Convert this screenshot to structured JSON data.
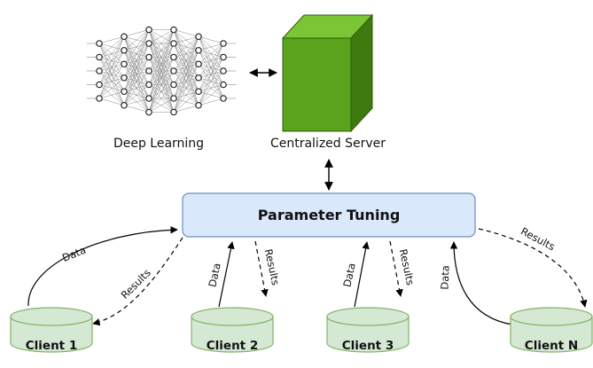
{
  "nodes": {
    "deep_learning": {
      "label": "Deep Learning"
    },
    "server": {
      "label": "Centralized Server"
    },
    "tuning": {
      "label": "Parameter Tuning"
    },
    "clients": [
      {
        "label": "Client 1"
      },
      {
        "label": "Client 2"
      },
      {
        "label": "Client 3"
      },
      {
        "label": "Client N"
      }
    ]
  },
  "edges": {
    "data_label": "Data",
    "results_label": "Results"
  },
  "colors": {
    "server_front": "#5aa31d",
    "server_top": "#7cc534",
    "server_side": "#3f7a10",
    "tuning_fill": "#dae8fc",
    "tuning_stroke": "#6c8ebf",
    "client_fill": "#d5e8d4",
    "client_stroke": "#82b366"
  },
  "icons": {
    "neural_net": "neural-network-icon",
    "server": "server-cube-icon",
    "database": "database-cylinder-icon"
  }
}
